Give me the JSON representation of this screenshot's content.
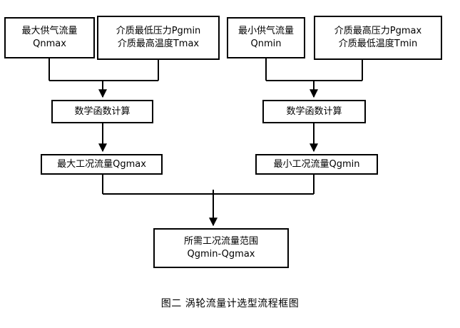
{
  "figure": {
    "caption": "图二  涡轮流量计选型流程框图",
    "line_color": "#000000",
    "box_border_color": "#000000",
    "background_color": "#ffffff"
  },
  "nodes": {
    "qnmax": {
      "line1": "最大供气流量",
      "line2": "Qnmax"
    },
    "pgmin_tmax": {
      "line1": "介质最低压力Pgmin",
      "line2": "介质最高温度Tmax"
    },
    "qnmin": {
      "line1": "最小供气流量",
      "line2": "Qnmin"
    },
    "pgmax_tmin": {
      "line1": "介质最高压力Pgmax",
      "line2": "介质最低温度Tmin"
    },
    "calc_left": {
      "line1": "数学函数计算"
    },
    "calc_right": {
      "line1": "数学函数计算"
    },
    "qgmax": {
      "line1": "最大工况流量Qgmax"
    },
    "qgmin": {
      "line1": "最小工况流量Qgmin"
    },
    "range": {
      "line1": "所需工况流量范围",
      "line2": "Qgmin-Qgmax"
    }
  }
}
